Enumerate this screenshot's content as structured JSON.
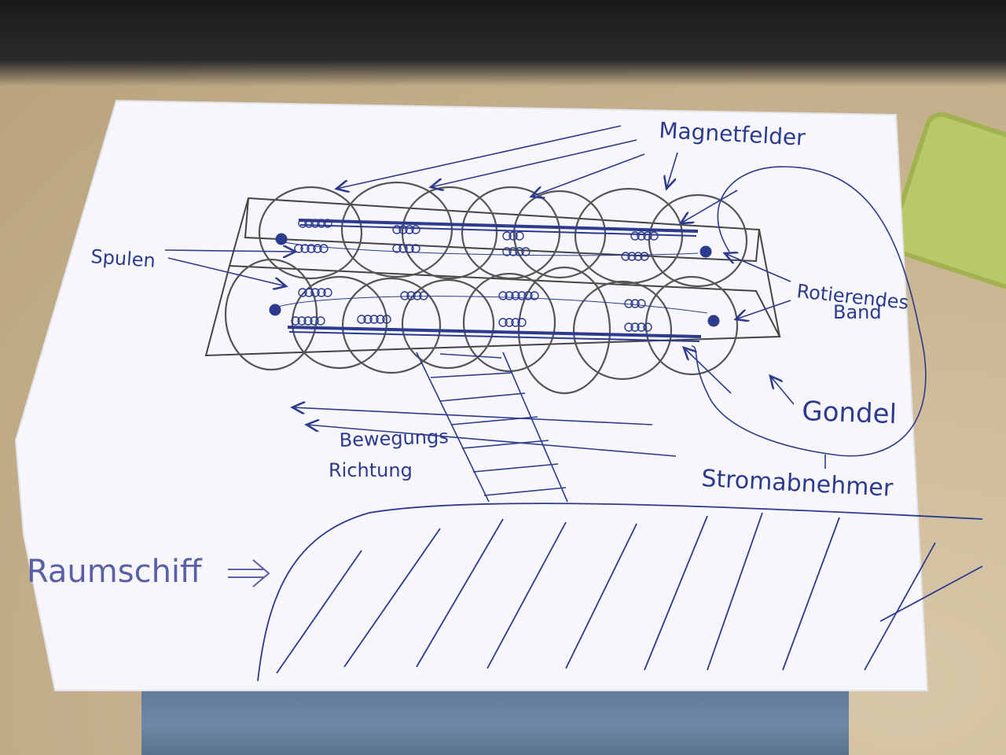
{
  "labels": {
    "magnetfelder": "Magnetfelder",
    "spulen": "Spulen",
    "rotierendes_1": "Rotierendes",
    "rotierendes_2": "Band",
    "gondel": "Gondel",
    "bewegungs_1": "Bewegungs",
    "bewegungs_2": "Richtung",
    "stromabnehmer": "Stromabnehmer",
    "raumschiff": "Raumschiff"
  },
  "colors": {
    "ink": "#2c3a8f",
    "pencil": "#4a4a4a",
    "paper": "#f6f6f9"
  },
  "icons": {
    "arrow": "arrow-icon",
    "coil": "coil-icon"
  }
}
